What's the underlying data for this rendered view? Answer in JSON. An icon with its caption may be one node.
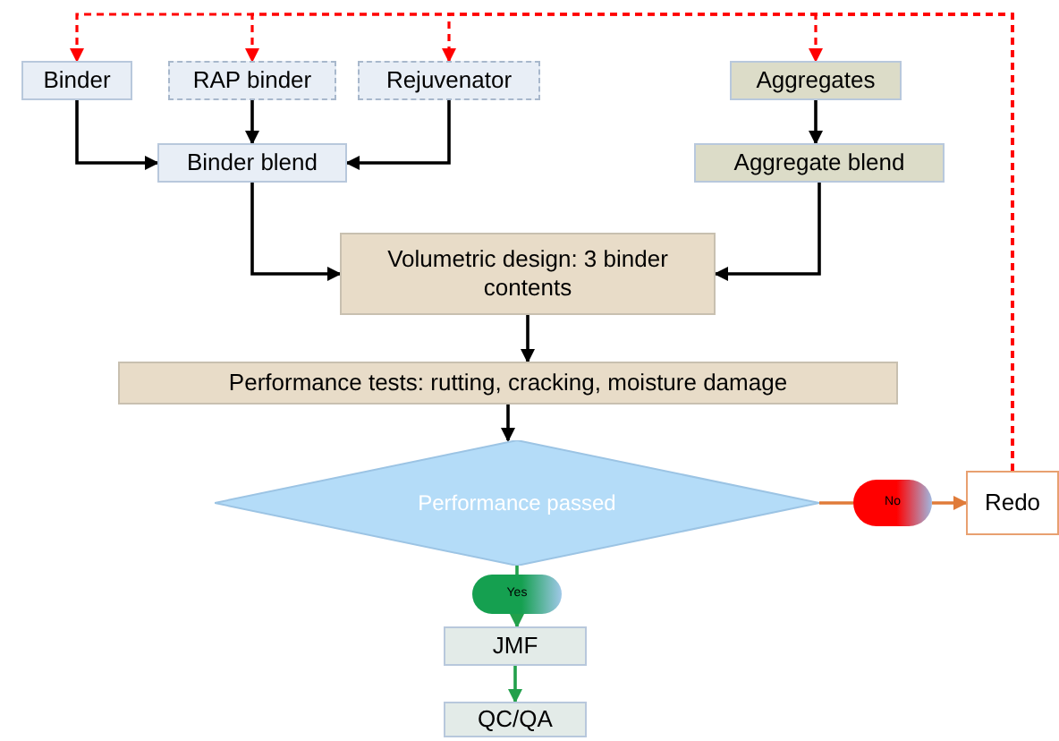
{
  "diagram": {
    "nodes": [
      {
        "text": [
          "Binder"
        ]
      },
      {
        "text": [
          "RAP binder"
        ]
      },
      {
        "text": [
          "Rejuvenator"
        ]
      },
      {
        "text": [
          "Aggregates"
        ]
      },
      {
        "text": [
          "Binder blend"
        ]
      },
      {
        "text": [
          "Aggregate blend"
        ]
      },
      {
        "text": [
          "Volumetric design: 3 binder contents"
        ]
      },
      {
        "text": [
          "Performance tests: rutting, cracking, moisture damage"
        ]
      },
      {
        "text": [
          "Performance passed"
        ]
      },
      {
        "text": [
          "No"
        ]
      },
      {
        "text": [
          "Redo"
        ]
      },
      {
        "text": [
          "Yes"
        ]
      },
      {
        "text": [
          "JMF"
        ]
      },
      {
        "text": [
          "QC/QA"
        ]
      }
    ],
    "edges": [
      {
        "from": 10,
        "to": 0,
        "arrow": "to",
        "style": "dashed",
        "color": "#ff0000"
      },
      {
        "from": 10,
        "to": 1,
        "arrow": "to",
        "style": "dashed",
        "color": "#ff0000"
      },
      {
        "from": 10,
        "to": 2,
        "arrow": "to",
        "style": "dashed",
        "color": "#ff0000"
      },
      {
        "from": 10,
        "to": 3,
        "arrow": "to",
        "style": "dashed",
        "color": "#ff0000"
      },
      {
        "from": 0,
        "to": 4,
        "arrow": "to"
      },
      {
        "from": 1,
        "to": 4,
        "arrow": "to"
      },
      {
        "from": 2,
        "to": 4,
        "arrow": "to"
      },
      {
        "from": 3,
        "to": 5,
        "arrow": "to"
      },
      {
        "from": 4,
        "to": 6,
        "arrow": "to"
      },
      {
        "from": 5,
        "to": 6,
        "arrow": "to"
      },
      {
        "from": 6,
        "to": 7,
        "arrow": "to"
      },
      {
        "from": 7,
        "to": 8,
        "arrow": "to"
      },
      {
        "from": 8,
        "to": 9,
        "arrow": "none",
        "color": "#e07b39"
      },
      {
        "from": 9,
        "to": 10,
        "arrow": "to",
        "color": "#e07b39"
      },
      {
        "from": 8,
        "to": 11,
        "arrow": "none",
        "color": "#22a04b"
      },
      {
        "from": 11,
        "to": 12,
        "arrow": "to",
        "color": "#22a04b"
      },
      {
        "from": 12,
        "to": 13,
        "arrow": "to",
        "color": "#22a04b"
      }
    ]
  }
}
